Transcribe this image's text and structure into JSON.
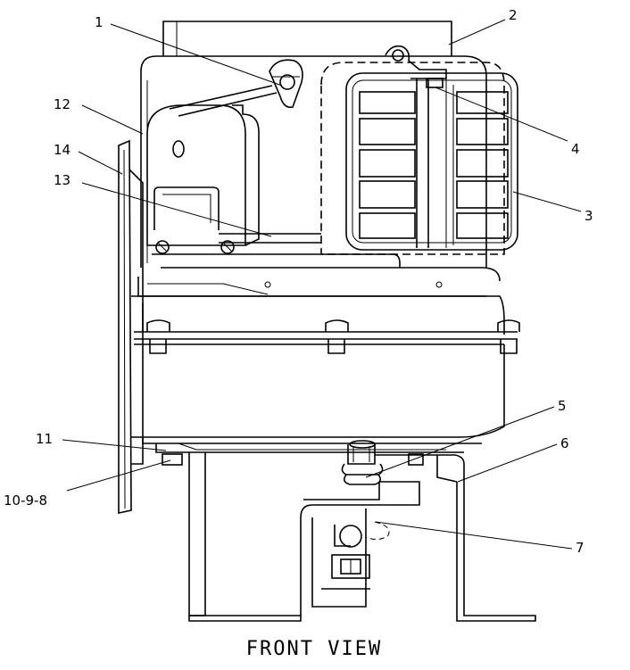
{
  "diagram": {
    "caption": "FRONT VIEW",
    "callouts": [
      {
        "id": "1",
        "label": "1"
      },
      {
        "id": "2",
        "label": "2"
      },
      {
        "id": "3",
        "label": "3"
      },
      {
        "id": "4",
        "label": "4"
      },
      {
        "id": "5",
        "label": "5"
      },
      {
        "id": "6",
        "label": "6"
      },
      {
        "id": "7",
        "label": "7"
      },
      {
        "id": "8",
        "label": "10-9-8"
      },
      {
        "id": "11",
        "label": "11"
      },
      {
        "id": "12",
        "label": "12"
      },
      {
        "id": "13",
        "label": "13"
      },
      {
        "id": "14",
        "label": "14"
      }
    ]
  }
}
